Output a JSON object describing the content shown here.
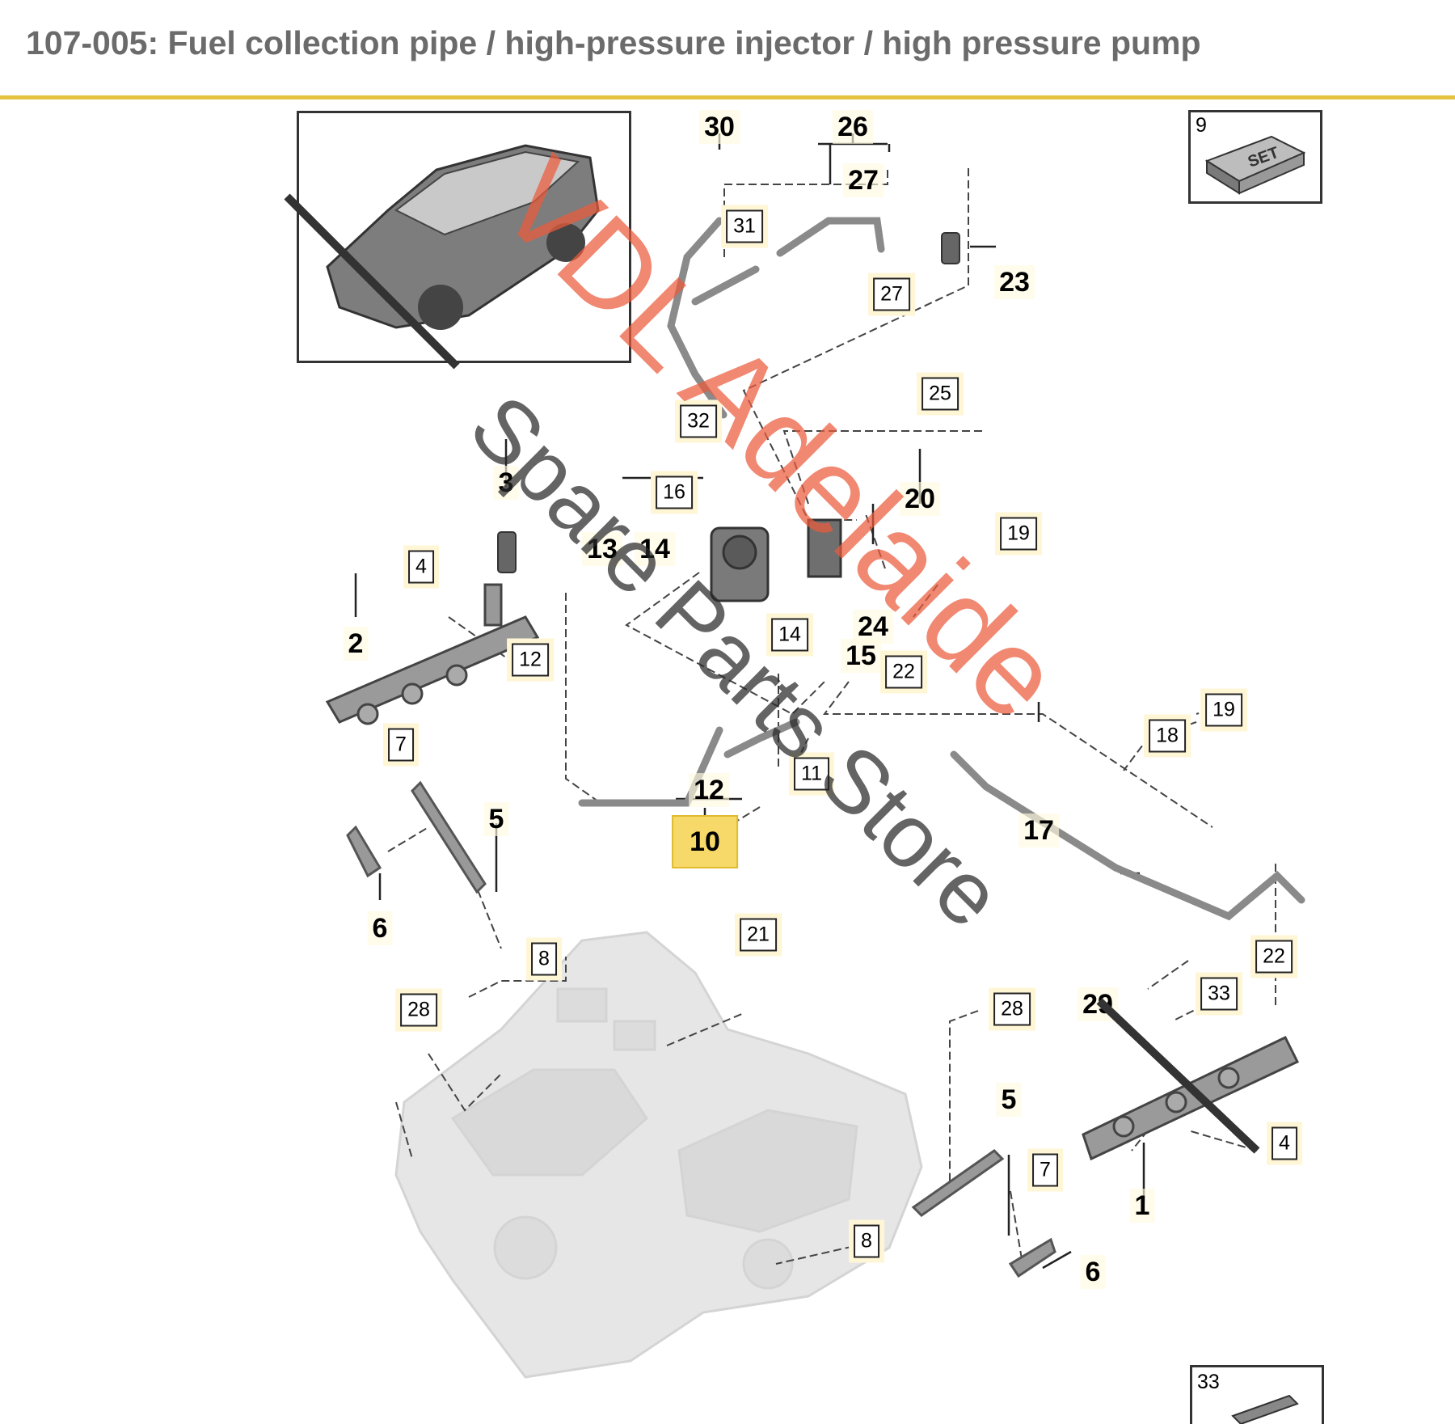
{
  "header": {
    "title": "107-005: Fuel collection pipe / high-pressure injector / high pressure pump"
  },
  "watermark": {
    "brand": "VDL Adelaide",
    "subtitle": "Spare Parts Store",
    "brand_color": "#ec5a3c"
  },
  "colors": {
    "accent_line": "#e3c33f",
    "highlight_fill": "#f7d96a"
  },
  "callouts": {
    "c30": "30",
    "c26": "26",
    "c27a": "27",
    "c27b": "27",
    "c31": "31",
    "c9": "9",
    "c23": "23",
    "c32": "32",
    "c25": "25",
    "c3": "3",
    "c16": "16",
    "c20": "20",
    "c19a": "19",
    "c13_14": "13",
    "c14a": "14",
    "c4a": "4",
    "c2": "2",
    "c12a": "12",
    "c14b": "14",
    "c24": "24",
    "c15": "15",
    "c22a": "22",
    "c19b": "19",
    "c18": "18",
    "c7a": "7",
    "c11": "11",
    "c12b": "12",
    "c10": "10",
    "c5a": "5",
    "c17": "17",
    "c6a": "6",
    "c8a": "8",
    "c21": "21",
    "c22b": "22",
    "c28a": "28",
    "c28b": "28",
    "c29": "29",
    "c33a": "33",
    "c5b": "5",
    "c4b": "4",
    "c7b": "7",
    "c1": "1",
    "c8b": "8",
    "c6b": "6",
    "c33b": "33"
  },
  "set_box_label": "SET"
}
